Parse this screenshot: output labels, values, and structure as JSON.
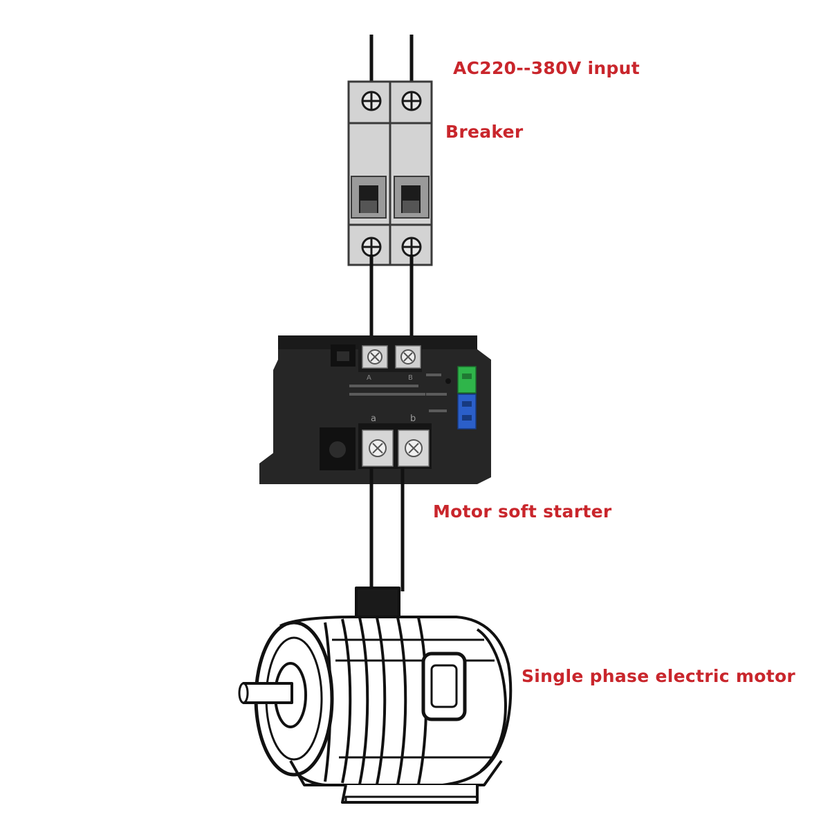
{
  "labels": {
    "input": "AC220--380V input",
    "breaker": "Breaker",
    "soft_starter": "Motor soft starter",
    "motor": "Single phase electric motor"
  },
  "device_markings": {
    "terminal_in_a": "A",
    "terminal_in_b": "B",
    "terminal_out_a": "a",
    "terminal_out_b": "b"
  },
  "colors": {
    "label_red": "#c9262c",
    "wire": "#111111",
    "breaker_body": "#d2d2d2",
    "breaker_outline": "#3a3a3a",
    "starter_body": "#232323",
    "terminal_green": "#2fb54a",
    "terminal_blue": "#2b5fc9"
  }
}
